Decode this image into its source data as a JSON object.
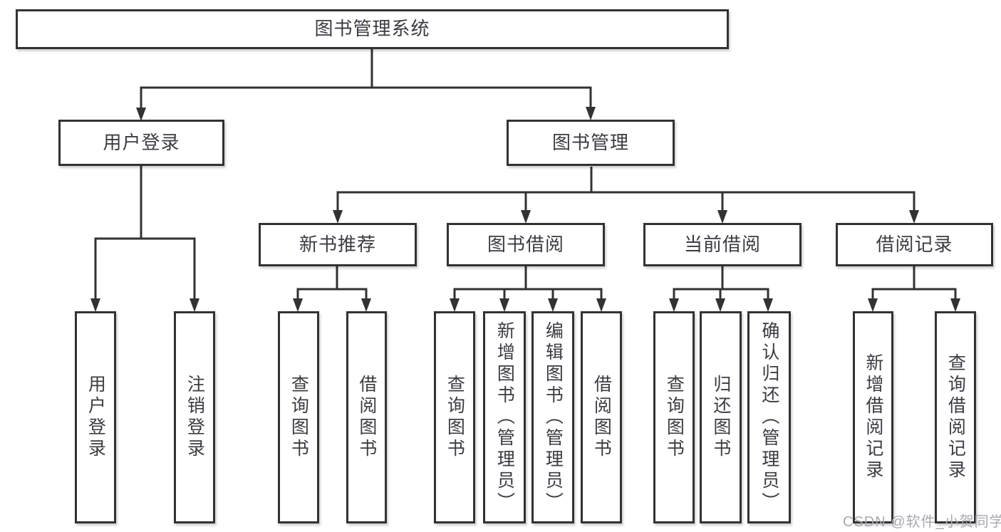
{
  "tree": {
    "label": "图书管理系统",
    "children": [
      {
        "label": "用户登录",
        "children": [
          {
            "label": "用户登录"
          },
          {
            "label": "注销登录"
          }
        ]
      },
      {
        "label": "图书管理",
        "children": [
          {
            "label": "新书推荐",
            "children": [
              {
                "label": "查询图书"
              },
              {
                "label": "借阅图书"
              }
            ]
          },
          {
            "label": "图书借阅",
            "children": [
              {
                "label": "查询图书"
              },
              {
                "label": "新增图书（管理员）"
              },
              {
                "label": "编辑图书（管理员）"
              },
              {
                "label": "借阅图书"
              }
            ]
          },
          {
            "label": "当前借阅",
            "children": [
              {
                "label": "查询图书"
              },
              {
                "label": "归还图书"
              },
              {
                "label": "确认归还（管理员）"
              }
            ]
          },
          {
            "label": "借阅记录",
            "children": [
              {
                "label": "新增借阅记录"
              },
              {
                "label": "查询借阅记录"
              }
            ]
          }
        ]
      }
    ]
  },
  "watermark": "CSDN @软件_小贺同学",
  "colors": {
    "line": "#323232",
    "text": "#3b3b43",
    "box_background": "#ffffff",
    "background": "#ffffff",
    "watermark": "#a8a8b0"
  }
}
